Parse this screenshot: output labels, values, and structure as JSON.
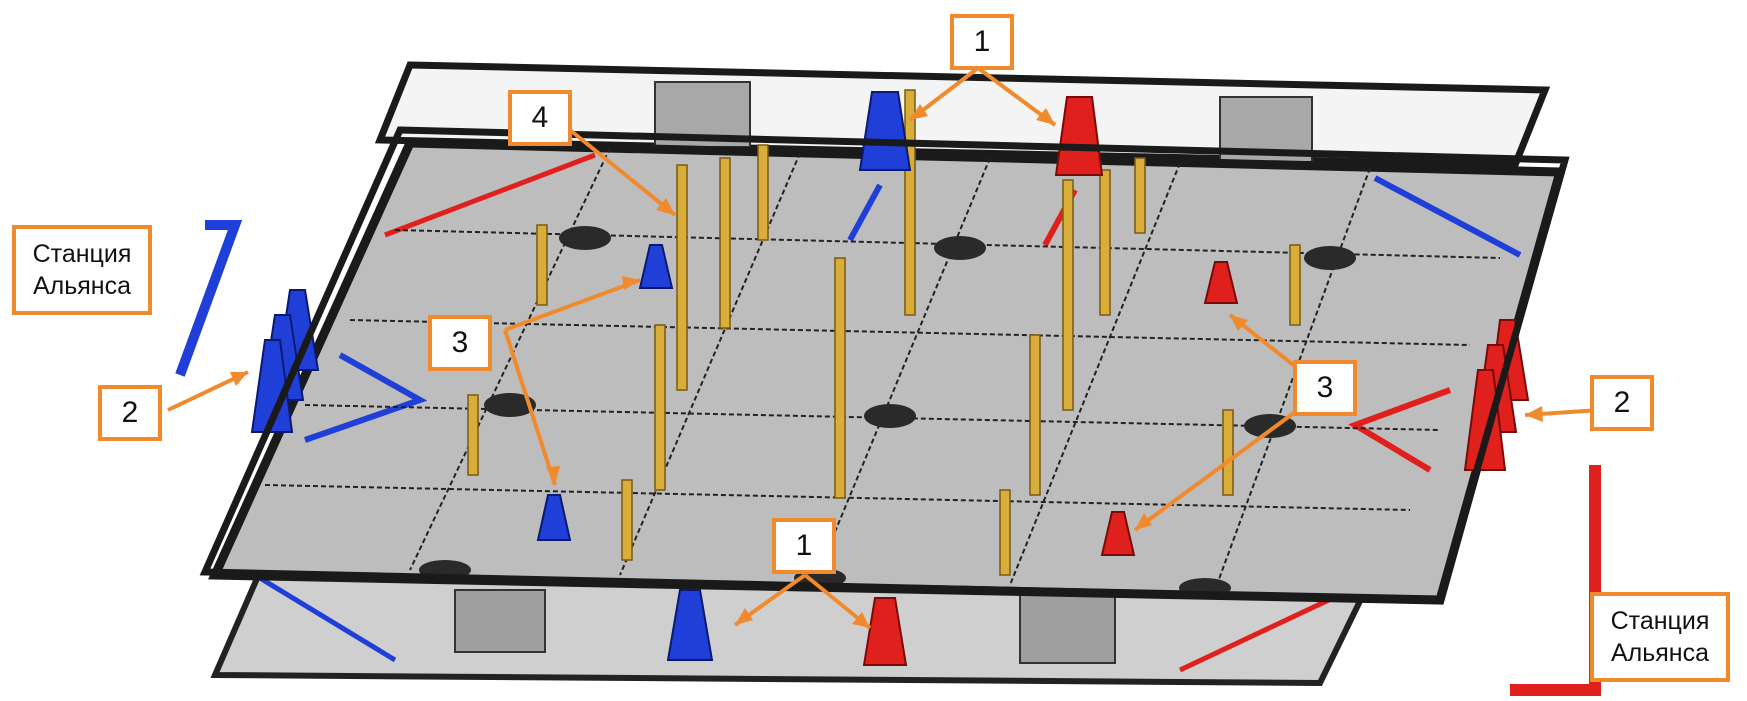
{
  "labels": {
    "field_elements": "1",
    "cone_stacks": "2",
    "single_cones": "3",
    "posts": "4",
    "alliance_station_blue": "Станция\nАльянса",
    "alliance_station_red": "Станция\nАльянса"
  },
  "colors": {
    "callout": "#f08a2c",
    "blue_alliance": "#1f3fd8",
    "red_alliance": "#e0201c",
    "field_mat": "#bdbdbd",
    "frame": "#1a1a1a",
    "post": "#d8ad3a"
  }
}
